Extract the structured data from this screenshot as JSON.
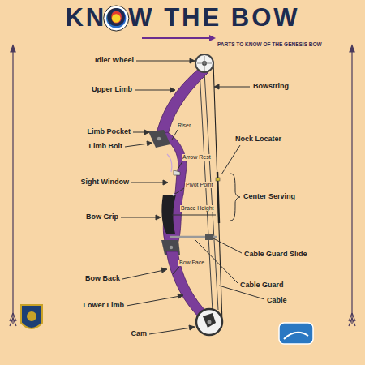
{
  "diagram": {
    "title": "KNOW THE BOW",
    "labels": [
      "PARTS TO KNOW OF THE GENESIS BOW",
      "Idler Wheel",
      "Upper Limb",
      "Limb Pocket",
      "Limb Bolt",
      "Sight Window",
      "Bow Grip",
      "Bow Back",
      "Lower Limb",
      "Cam",
      "Bowstring",
      "Nock Locater",
      "Riser",
      "Arrow Rest",
      "Pivot Point",
      "Center Serving",
      "Brace Height",
      "Cable Guard Slide",
      "Bow Face",
      "Cable Guard",
      "Cable"
    ]
  }
}
